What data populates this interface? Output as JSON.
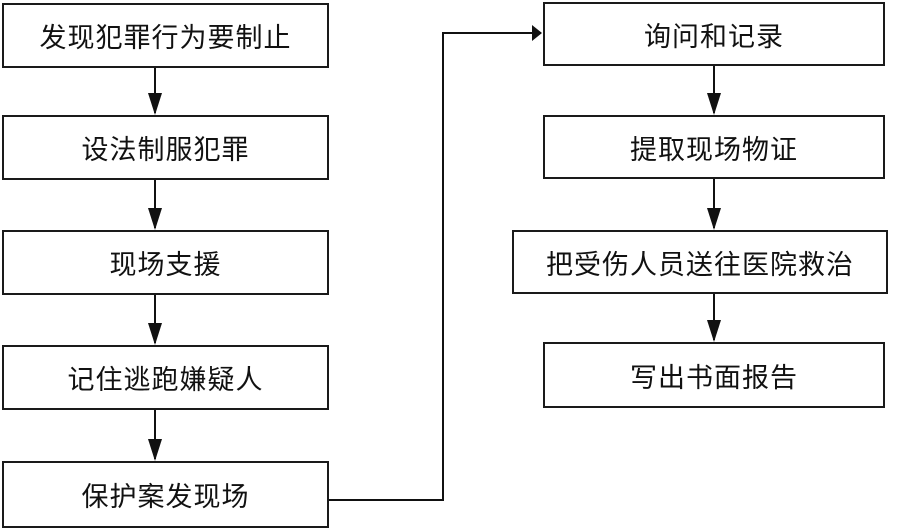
{
  "left_steps": [
    "发现犯罪行为要制止",
    "设法制服犯罪",
    "现场支援",
    "记住逃跑嫌疑人",
    "保护案发现场"
  ],
  "right_steps": [
    "询问和记录",
    "提取现场物证",
    "把受伤人员送往医院救治",
    "写出书面报告"
  ]
}
